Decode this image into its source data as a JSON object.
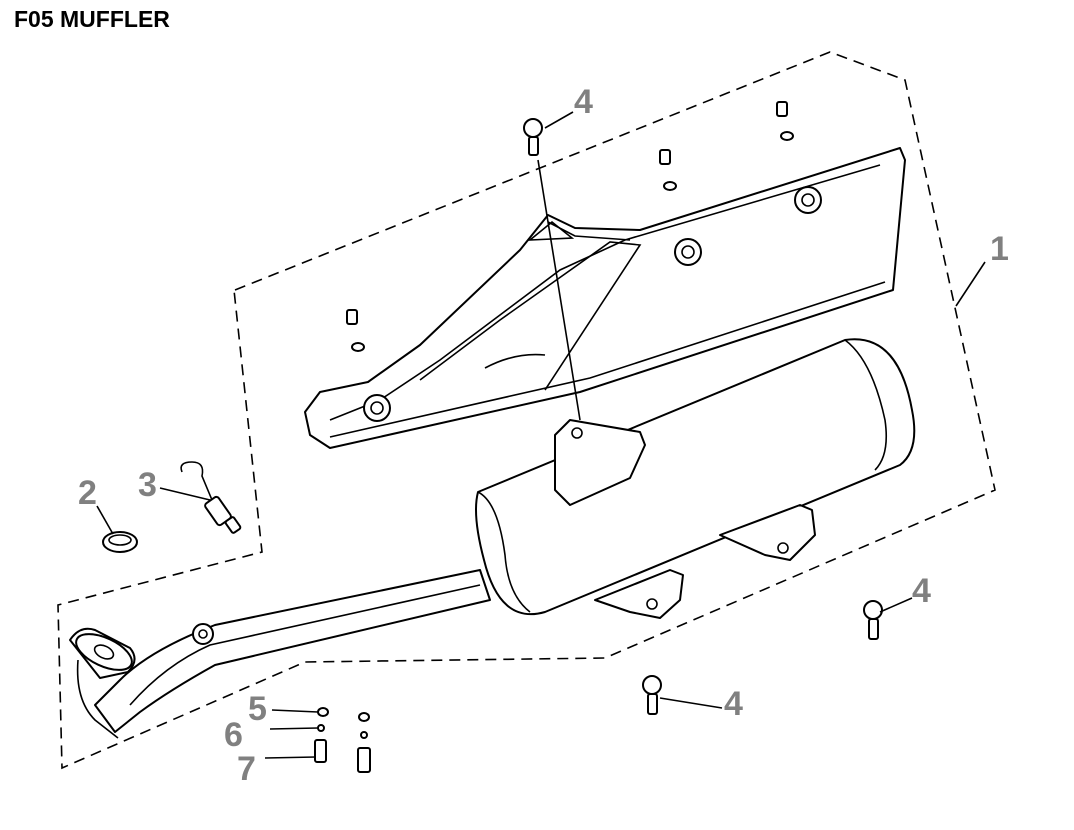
{
  "title": "F05 MUFFLER",
  "callouts": {
    "muffler": "1",
    "gasket": "2",
    "sensor": "3",
    "bolt_top": "4",
    "bolt_right": "4",
    "bolt_bottom": "4",
    "part5": "5",
    "part6": "6",
    "part7": "7"
  },
  "colors": {
    "callout_text": "#808080",
    "line": "#000000",
    "background": "#ffffff"
  }
}
